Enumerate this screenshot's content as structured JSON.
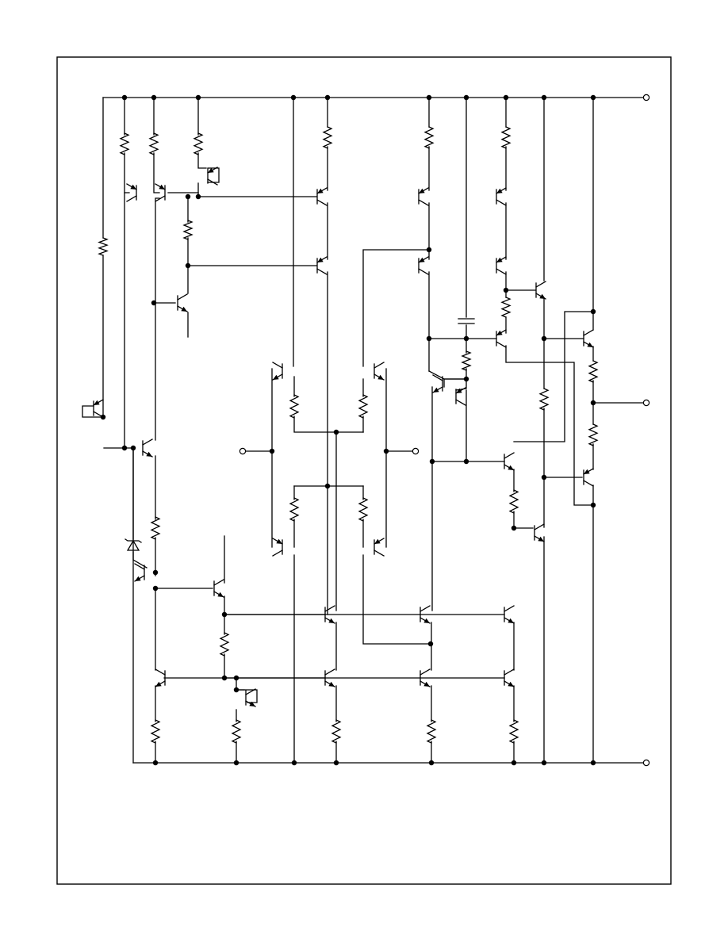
{
  "diagram": {
    "type": "transistor-level schematic",
    "colors": {
      "line": "#000000",
      "background": "#ffffff"
    },
    "components": {
      "npn_transistors": 18,
      "pnp_transistors": 14,
      "resistors": 25,
      "capacitors": 1,
      "zener_diodes": 1,
      "terminals": 5
    },
    "terminals": [
      "supply-positive",
      "supply-negative",
      "input-left",
      "input-right",
      "output"
    ],
    "labels": []
  }
}
